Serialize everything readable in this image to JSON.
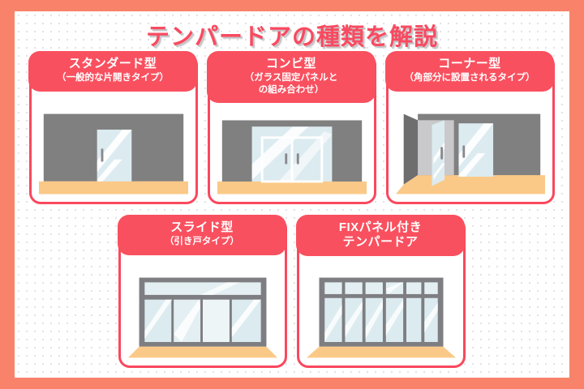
{
  "page": {
    "title": "テンパードアの種類を解説",
    "language": "ja",
    "border_color": "#F8836A",
    "accent_color": "#F9485E",
    "header_color": "#F9505F",
    "title_color": "#F94A60",
    "background_color": "#FFFFFF"
  },
  "cards": [
    {
      "id": "standard",
      "heading": "スタンダード型",
      "subheading": "（一般的な片開きタイプ）",
      "illustration": "single-swing-glass-door-illustration",
      "colors": {
        "wall": "#808080",
        "floor": "#FBC987",
        "glass": "#DCEBF0"
      }
    },
    {
      "id": "combi",
      "heading": "コンビ型",
      "subheading_line1": "（ガラス固定パネルと",
      "subheading_line2": "の組み合わせ）",
      "illustration": "double-door-with-fixed-glass-panels-illustration",
      "colors": {
        "wall": "#808080",
        "floor": "#FBC987",
        "glass": "#DCEBF0"
      }
    },
    {
      "id": "corner",
      "heading": "コーナー型",
      "subheading": "（角部分に設置されるタイプ）",
      "illustration": "corner-open-door-illustration",
      "colors": {
        "wall": "#808080",
        "wall_side": "#6E6E6E",
        "floor": "#FBC987",
        "glass": "#DCEBF0"
      }
    },
    {
      "id": "slide",
      "heading": "スライド型",
      "subheading": "（引き戸タイプ）",
      "illustration": "sliding-storefront-door-illustration",
      "colors": {
        "frame": "#7E7E82",
        "floor": "#FBC987",
        "glass": "#E3EFF2"
      }
    },
    {
      "id": "fix-panel",
      "heading_line1": "FIXパネル付き",
      "heading_line2": "テンパードア",
      "illustration": "fix-panel-tempered-door-illustration",
      "colors": {
        "frame": "#7E7E82",
        "floor": "#FBC987",
        "glass": "#E3EFF2"
      }
    }
  ]
}
